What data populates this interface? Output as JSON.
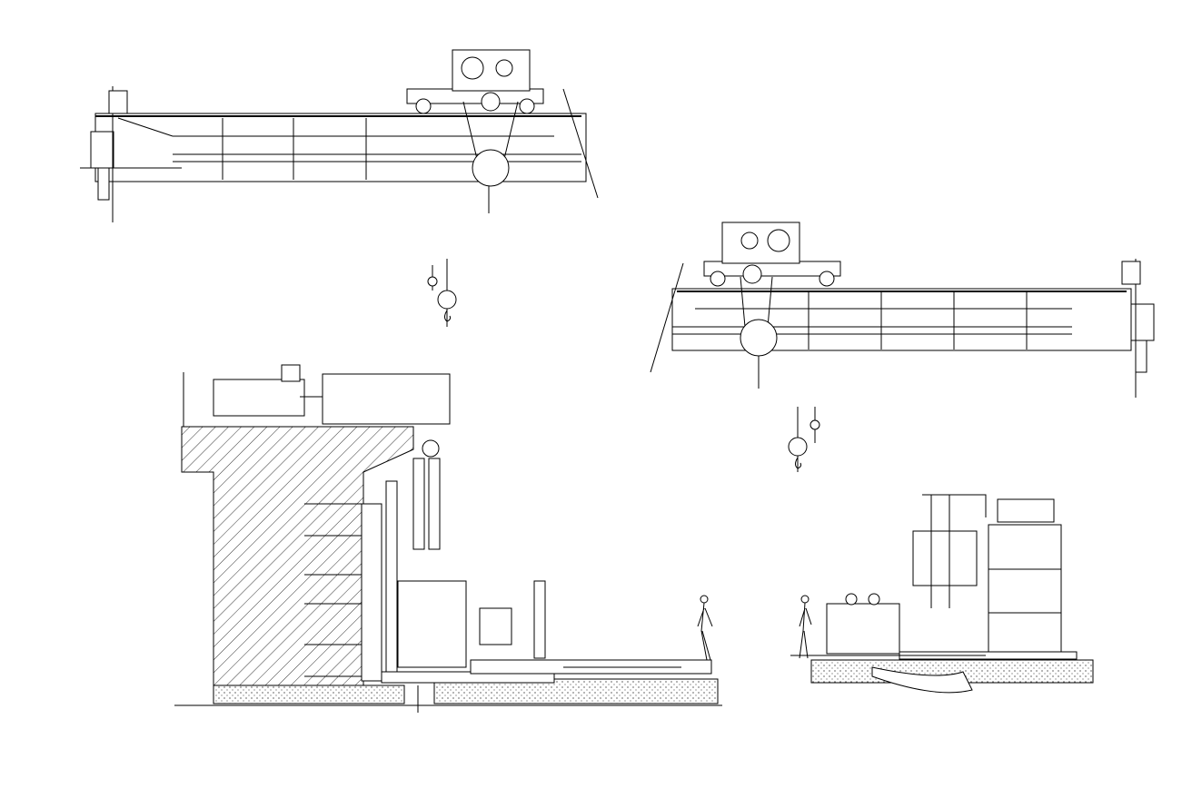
{
  "drawing": {
    "stroke_color": "#000000",
    "background": "#ffffff",
    "views": [
      "crane-elevation-left",
      "crane-elevation-right",
      "hook-detail-left",
      "hook-detail-right",
      "machine-section-left",
      "machine-section-right"
    ]
  }
}
